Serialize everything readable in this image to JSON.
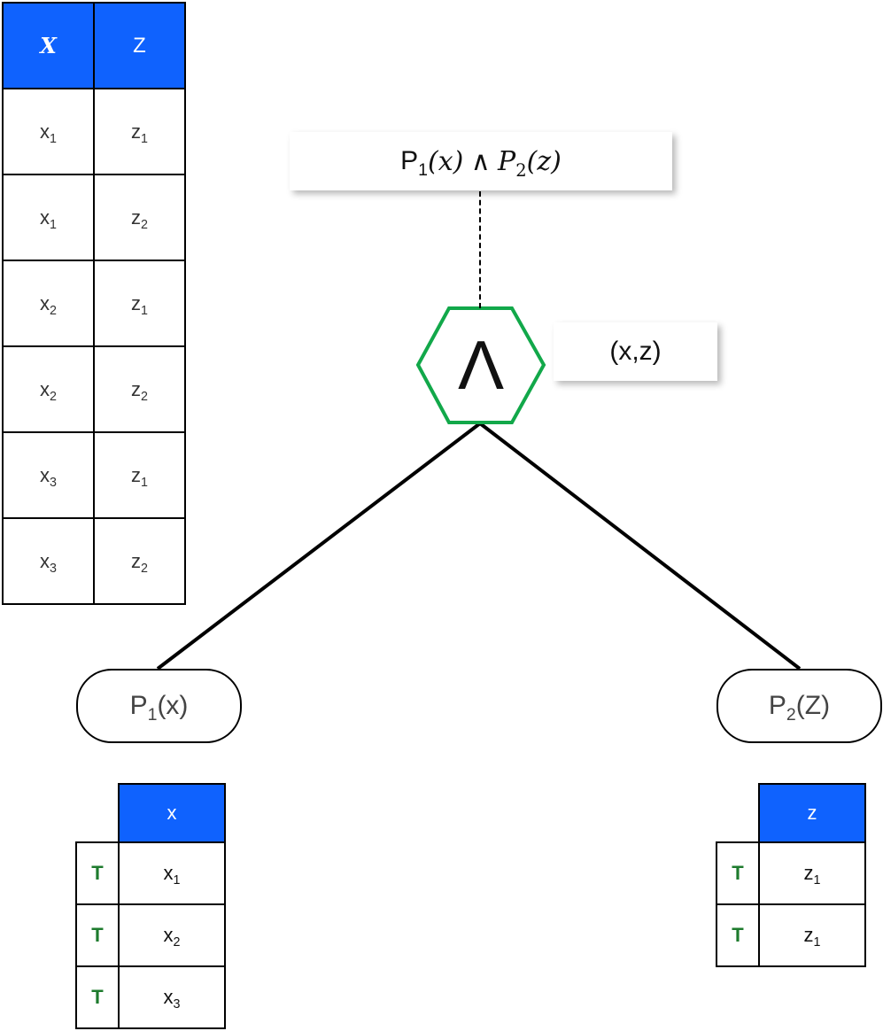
{
  "join_table": {
    "headers": [
      "X",
      "Z"
    ],
    "rows": [
      {
        "x": "x",
        "xs": "1",
        "z": "z",
        "zs": "1"
      },
      {
        "x": "x",
        "xs": "1",
        "z": "z",
        "zs": "2"
      },
      {
        "x": "x",
        "xs": "2",
        "z": "z",
        "zs": "1"
      },
      {
        "x": "x",
        "xs": "2",
        "z": "z",
        "zs": "2"
      },
      {
        "x": "x",
        "xs": "3",
        "z": "z",
        "zs": "1"
      },
      {
        "x": "x",
        "xs": "3",
        "z": "z",
        "zs": "2"
      }
    ]
  },
  "formula": {
    "p1": "P",
    "p1_sub": "1",
    "p1_arg": "(𝑥)",
    "and": " ∧ ",
    "p2": "𝑃",
    "p2_sub": "2",
    "p2_arg": "(𝑧)"
  },
  "and_node": {
    "symbol": "Λ",
    "vars_label": "(x,z)",
    "color": "#12a84a"
  },
  "leaves": [
    {
      "pred": "P",
      "sub": "1",
      "arg": "(x)",
      "table": {
        "header": "x",
        "rows": [
          {
            "flag": "T",
            "v": "x",
            "vs": "1"
          },
          {
            "flag": "T",
            "v": "x",
            "vs": "2"
          },
          {
            "flag": "T",
            "v": "x",
            "vs": "3"
          }
        ]
      }
    },
    {
      "pred": "P",
      "sub": "2",
      "arg": "(Z)",
      "table": {
        "header": "z",
        "rows": [
          {
            "flag": "T",
            "v": "z",
            "vs": "1"
          },
          {
            "flag": "T",
            "v": "z",
            "vs": "1"
          }
        ]
      }
    }
  ],
  "colors": {
    "header_blue": "#0f62fe",
    "true_green": "#1e7b2e",
    "node_green": "#12a84a"
  }
}
